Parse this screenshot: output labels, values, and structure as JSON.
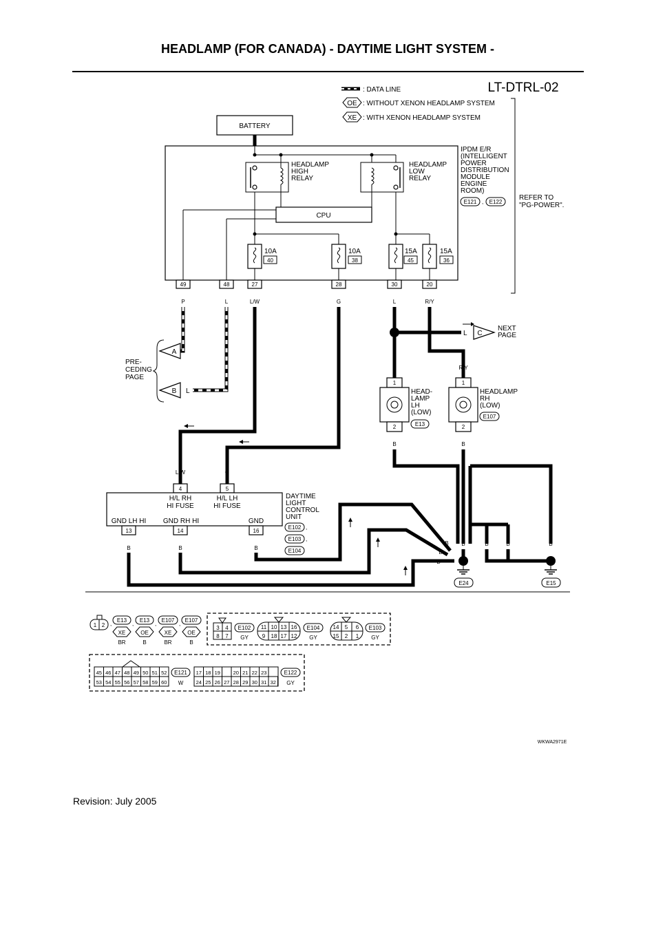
{
  "title": "HEADLAMP (FOR CANADA) - DAYTIME LIGHT SYSTEM -",
  "diagram_code": "LT-DTRL-02",
  "legend": {
    "data_line": ": DATA LINE",
    "oe_tag": "OE",
    "oe_text": ": WITHOUT XENON HEADLAMP SYSTEM",
    "xe_tag": "XE",
    "xe_text": ": WITH XENON HEADLAMP SYSTEM"
  },
  "battery": "BATTERY",
  "ipdm": {
    "label": [
      "IPDM E/R",
      "(INTELLIGENT",
      "POWER",
      "DISTRIBUTION",
      "MODULE",
      "ENGINE",
      "ROOM)"
    ],
    "connectors": [
      "E121",
      "E122"
    ],
    "refer": [
      "REFER TO",
      "\"PG-POWER\"."
    ],
    "cpu": "CPU",
    "high_relay": [
      "HEADLAMP",
      "HIGH",
      "RELAY"
    ],
    "low_relay": [
      "HEADLAMP",
      "LOW",
      "RELAY"
    ],
    "fuses": [
      {
        "amp": "10A",
        "num": "40"
      },
      {
        "amp": "10A",
        "num": "38"
      },
      {
        "amp": "15A",
        "num": "45"
      },
      {
        "amp": "15A",
        "num": "36"
      }
    ],
    "pins": [
      "49",
      "48",
      "27",
      "28",
      "30",
      "20"
    ],
    "pin_colors": [
      "P",
      "L",
      "L/W",
      "G",
      "L",
      "R/Y"
    ]
  },
  "preceding": {
    "label": [
      "PRE-",
      "CEDING",
      "PAGE"
    ],
    "a": "A",
    "b": "B",
    "b_color": "L"
  },
  "next": {
    "label": [
      "NEXT",
      "PAGE"
    ],
    "c": "C",
    "color": "L"
  },
  "lamp_lh": {
    "label": [
      "HEAD-",
      "LAMP",
      "LH",
      "(LOW)"
    ],
    "conn": "E13",
    "top_color": "L",
    "bot_color": "B",
    "pin1": "1",
    "pin2": "2"
  },
  "lamp_rh": {
    "label": [
      "HEADLAMP",
      "RH",
      "(LOW)"
    ],
    "conn": "E107",
    "top_color": "R/Y",
    "bot_color": "B",
    "pin1": "1",
    "pin2": "2"
  },
  "dtrl": {
    "label": [
      "DAYTIME",
      "LIGHT",
      "CONTROL",
      "UNIT"
    ],
    "conns": [
      "E102",
      "E103",
      "E104"
    ],
    "pin4": "4",
    "pin5": "5",
    "pin4_color": "L/W",
    "pin5_color": "G",
    "pin4_label": [
      "H/L RH",
      "HI FUSE"
    ],
    "pin5_label": [
      "H/L LH",
      "HI FUSE"
    ],
    "gnd_lh": "GND LH HI",
    "gnd_rh": "GND RH HI",
    "gnd": "GND",
    "pin13": "13",
    "pin14": "14",
    "pin16": "16",
    "b": "B"
  },
  "grounds": {
    "e24": "E24",
    "e15": "E15",
    "b": "B"
  },
  "connectors_legend": {
    "g1": [
      {
        "conn": "E13",
        "tag": "XE",
        "color": "BR"
      },
      {
        "conn": "E13",
        "tag": "OE",
        "color": "B"
      },
      {
        "conn": "E107",
        "tag": "XE",
        "color": "BR"
      },
      {
        "conn": "E107",
        "tag": "OE",
        "color": "B"
      }
    ],
    "g1_pins": [
      "1",
      "2"
    ],
    "g2": [
      {
        "conn": "E102",
        "color": "GY",
        "pins": [
          "3",
          "4",
          "8",
          "7"
        ]
      },
      {
        "conn": "E104",
        "color": "GY",
        "pins": [
          "11",
          "10",
          "13",
          "16",
          "9",
          "18",
          "17",
          "12"
        ]
      },
      {
        "conn": "E103",
        "color": "GY",
        "pins": [
          "14",
          "5",
          "6",
          "15",
          "2",
          "1"
        ]
      }
    ],
    "g3": [
      {
        "conn": "E121",
        "color": "W",
        "row1": [
          "45",
          "46",
          "47",
          "48",
          "49",
          "50",
          "51",
          "52"
        ],
        "row2": [
          "53",
          "54",
          "55",
          "56",
          "57",
          "58",
          "59",
          "60"
        ]
      },
      {
        "conn": "E122",
        "color": "GY",
        "row1": [
          "17",
          "18",
          "19",
          "",
          "20",
          "21",
          "22",
          "23"
        ],
        "row2": [
          "24",
          "25",
          "26",
          "27",
          "28",
          "29",
          "30",
          "31",
          "32"
        ]
      }
    ]
  },
  "figure_id": "WKWA2971E",
  "revision": "Revision: July 2005"
}
